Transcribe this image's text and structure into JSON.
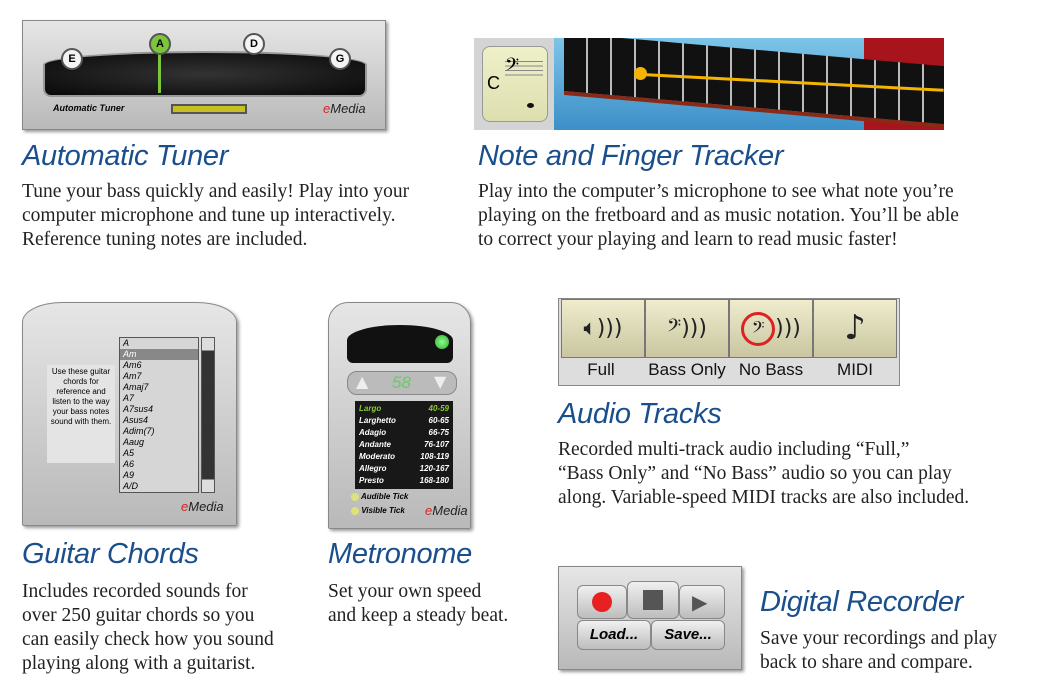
{
  "tuner": {
    "notes": [
      "E",
      "A",
      "D",
      "G"
    ],
    "active_note": "A",
    "label": "Automatic Tuner",
    "brand": {
      "e": "e",
      "rest": "Media"
    },
    "heading": "Automatic Tuner",
    "lines": [
      "Tune your bass quickly and easily! Play into your",
      "computer microphone and tune up interactively.",
      "Reference tuning notes are included."
    ]
  },
  "tracker": {
    "note_name": "C",
    "clef": "𝄢",
    "heading": "Note and Finger Tracker",
    "lines": [
      "Play into the computer’s microphone to see what note you’re",
      "playing on the fretboard and as music notation. You’ll be able",
      "to correct your playing and learn to read music faster!"
    ]
  },
  "chords": {
    "help_text": "Use these guitar chords for reference and listen to the way your bass notes sound with them.",
    "items": [
      "A",
      "Am",
      "Am6",
      "Am7",
      "Amaj7",
      "A7",
      "A7sus4",
      "Asus4",
      "Adim(7)",
      "Aaug",
      "A5",
      "A6",
      "A9",
      "A/D"
    ],
    "selected": "Am",
    "brand": {
      "e": "e",
      "rest": "Media"
    },
    "heading": "Guitar Chords",
    "lines": [
      "Includes recorded sounds for",
      "over 250 guitar chords so you",
      "can easily check how you sound",
      "playing along with a guitarist."
    ]
  },
  "metronome": {
    "bpm": "58",
    "tempos": [
      {
        "name": "Largo",
        "range": "40-59"
      },
      {
        "name": "Larghetto",
        "range": "60-65"
      },
      {
        "name": "Adagio",
        "range": "66-75"
      },
      {
        "name": "Andante",
        "range": "76-107"
      },
      {
        "name": "Moderato",
        "range": "108-119"
      },
      {
        "name": "Allegro",
        "range": "120-167"
      },
      {
        "name": "Presto",
        "range": "168-180"
      }
    ],
    "options": [
      "Audible Tick",
      "Visible Tick"
    ],
    "brand": {
      "e": "e",
      "rest": "Media"
    },
    "heading": "Metronome",
    "lines": [
      "Set your own speed",
      "and keep a steady beat."
    ]
  },
  "audio": {
    "tracks": [
      {
        "label": "Full",
        "icon": "speaker-icon"
      },
      {
        "label": "Bass Only",
        "icon": "bass-clef-sound-icon"
      },
      {
        "label": "No Bass",
        "icon": "no-bass-icon"
      },
      {
        "label": "MIDI",
        "icon": "music-note-icon"
      }
    ],
    "heading": "Audio Tracks",
    "lines": [
      "Recorded multi-track audio including “Full,”",
      "“Bass Only” and “No Bass” audio so you can play",
      "along. Variable-speed MIDI tracks are also included."
    ]
  },
  "recorder": {
    "load": "Load...",
    "save": "Save...",
    "heading": "Digital Recorder",
    "lines": [
      "Save your recordings and play",
      "back to share and compare."
    ]
  },
  "colors": {
    "heading": "#1b4f8c",
    "active": "#7cc63a",
    "record": "#e82020"
  }
}
